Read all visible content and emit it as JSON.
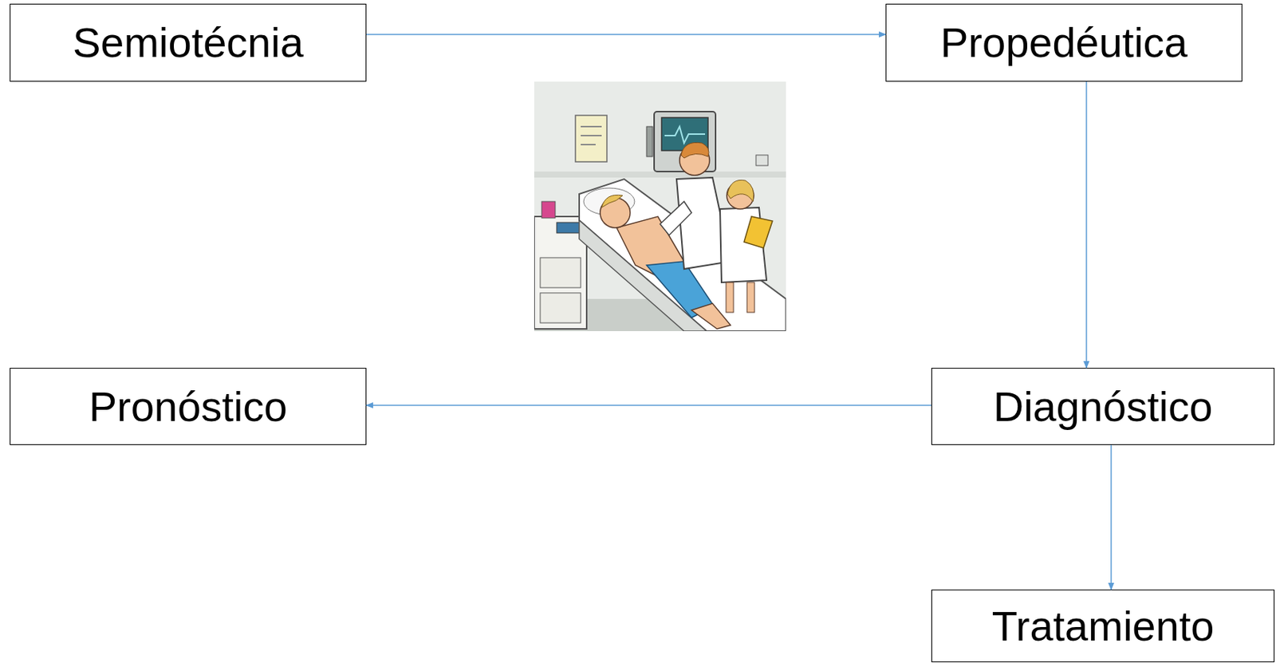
{
  "diagram": {
    "nodes": [
      {
        "text": [
          "Semiotécnia"
        ]
      },
      {
        "text": [
          "Propedéutica"
        ]
      },
      {
        "text": [
          "Pronóstico"
        ]
      },
      {
        "text": [
          "Diagnóstico"
        ]
      },
      {
        "text": [
          "Tratamiento"
        ]
      }
    ],
    "edges": [
      {
        "from": 0,
        "to": 1,
        "arrow": "to"
      },
      {
        "from": 1,
        "to": 3,
        "arrow": "to"
      },
      {
        "from": 3,
        "to": 2,
        "arrow": "to"
      },
      {
        "from": 3,
        "to": 4,
        "arrow": "to"
      }
    ]
  }
}
